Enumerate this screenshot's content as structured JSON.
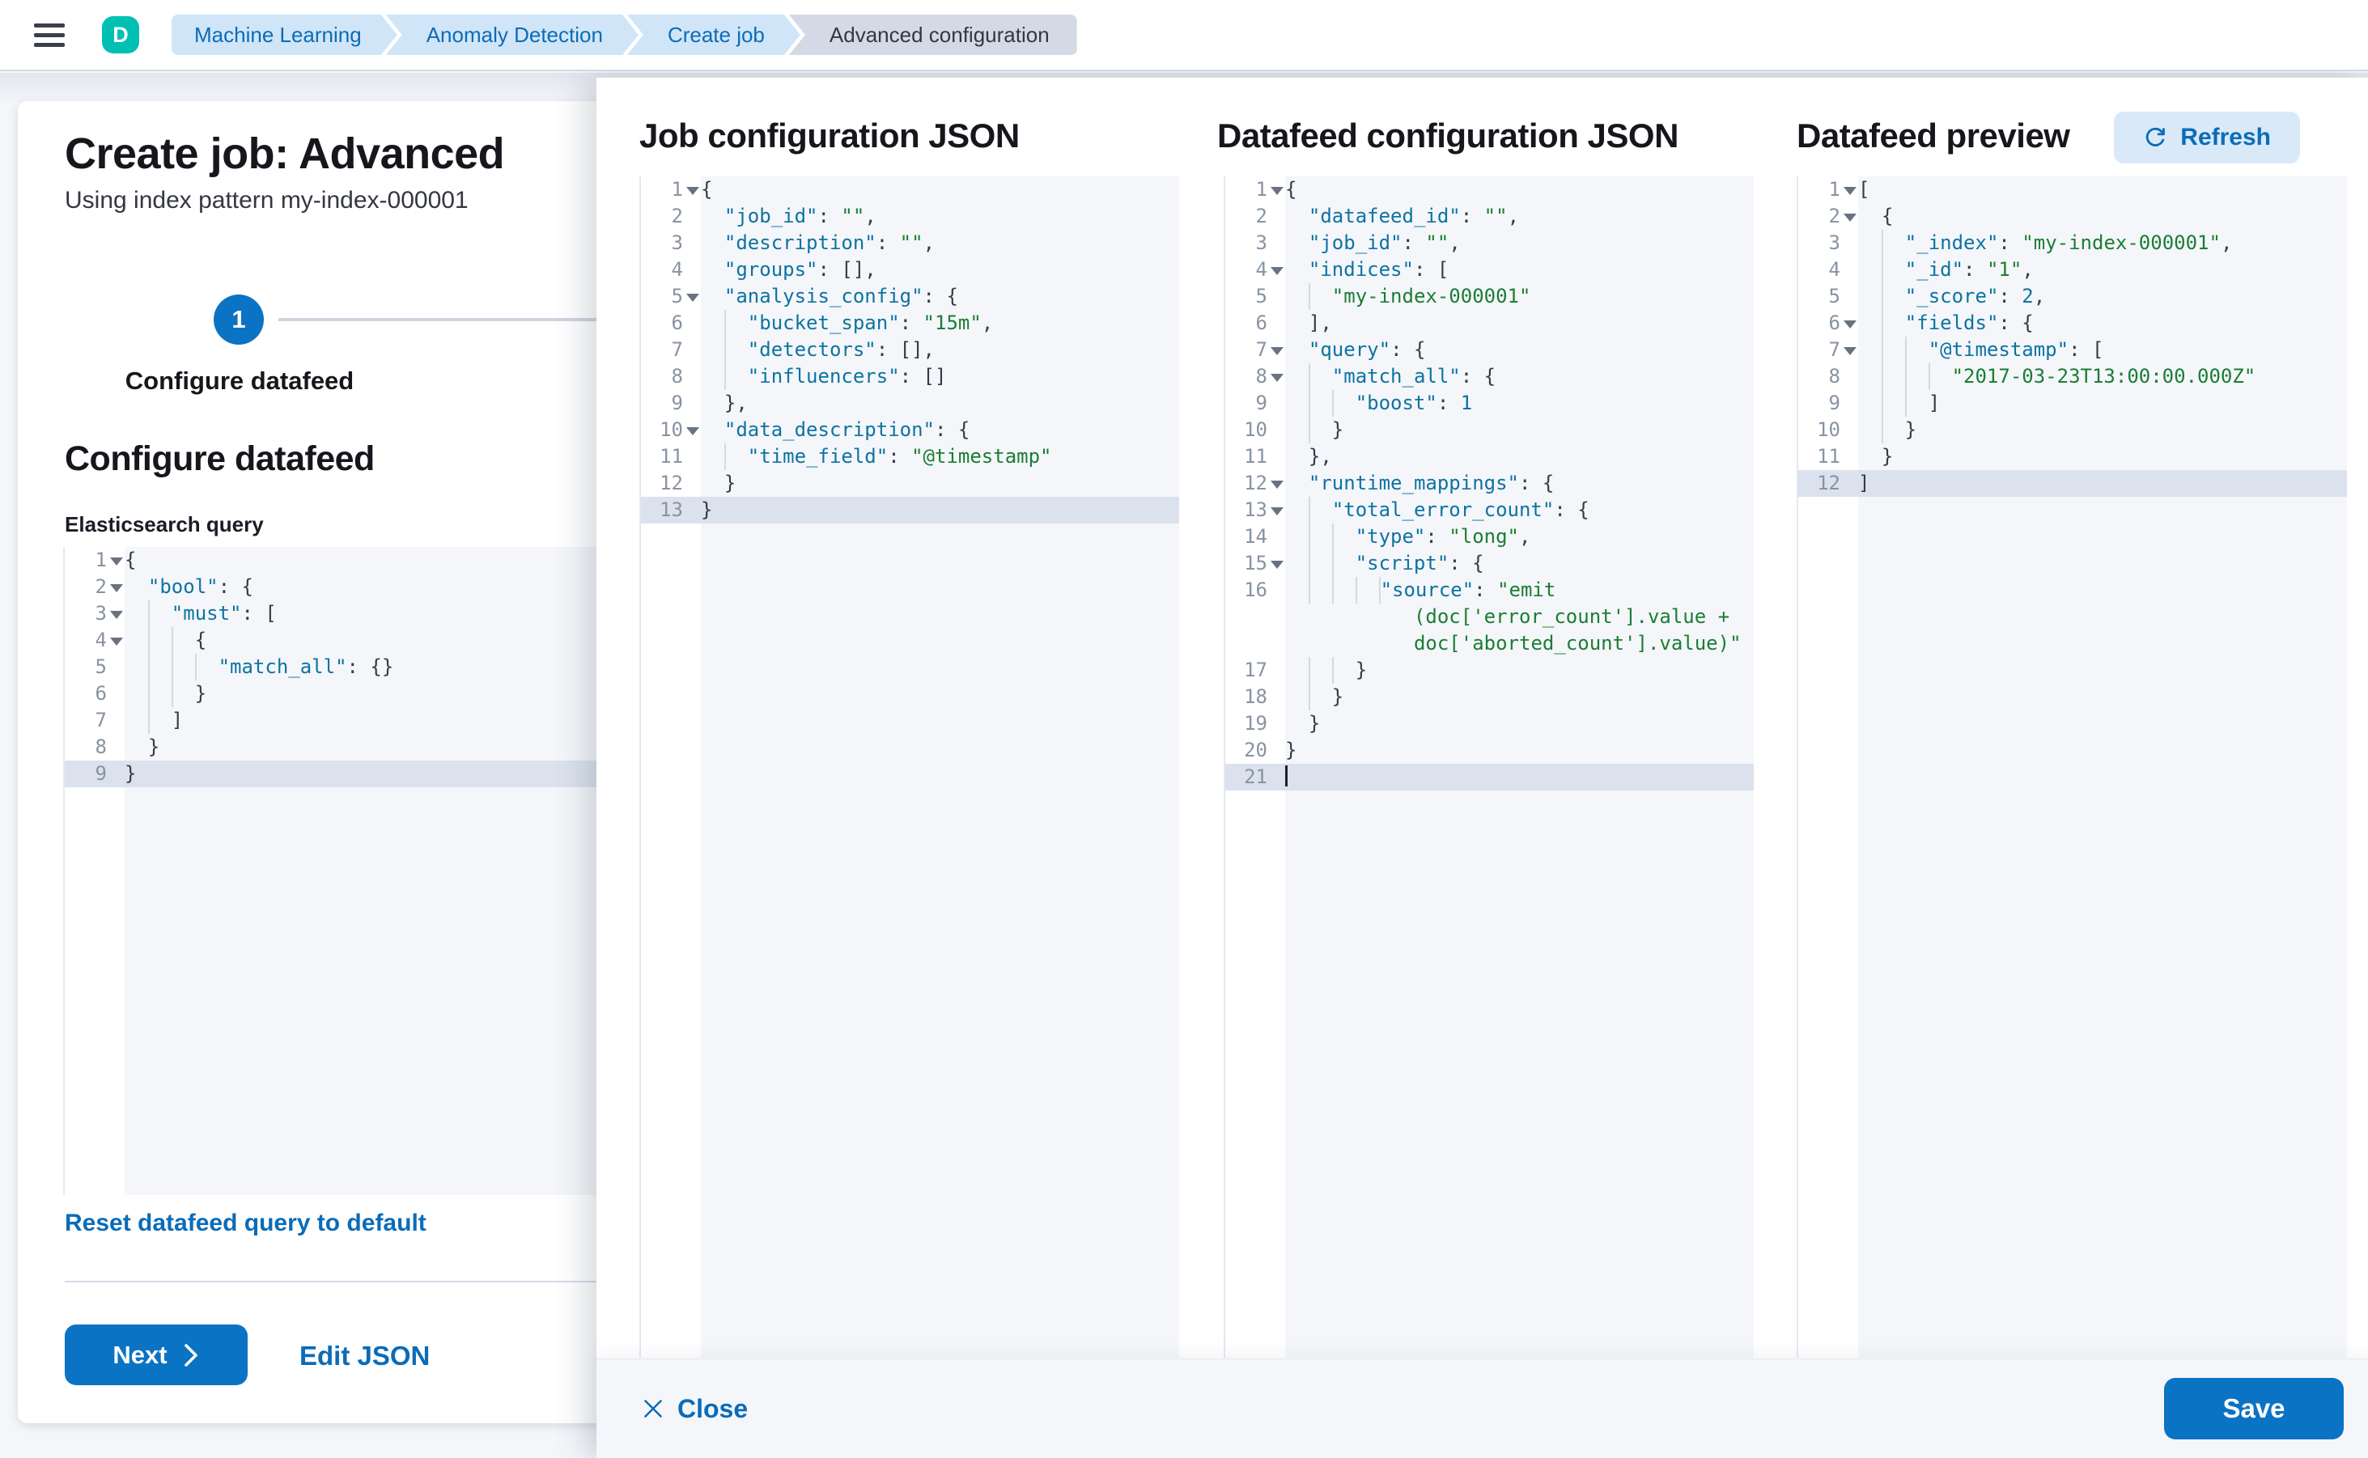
{
  "colors": {
    "primary_button": "#0a73c4",
    "link_blue": "#0b6cb8",
    "avatar_teal": "#00bfb3",
    "breadcrumb_bg": "#d0e5f7",
    "breadcrumb_current_bg": "#d3dae6",
    "token_key": "#0d73a2",
    "token_string": "#1b7d35",
    "token_number": "#0d73a2",
    "token_punct": "#363c46",
    "editor_content_bg": "#f4f6f9",
    "active_line_bg": "#dbe2ee"
  },
  "topbar": {
    "avatar": "D",
    "breadcrumbs": [
      {
        "label": "Machine Learning",
        "current": false
      },
      {
        "label": "Anomaly Detection",
        "current": false
      },
      {
        "label": "Create job",
        "current": false
      },
      {
        "label": "Advanced configuration",
        "current": true
      }
    ]
  },
  "page": {
    "title": "Create job: Advanced",
    "subtitle": "Using index pattern my-index-000001",
    "section_heading": "Configure datafeed",
    "query_label": "Elasticsearch query",
    "reset_link": "Reset datafeed query to default",
    "next_button": "Next",
    "edit_json_link": "Edit JSON"
  },
  "wizard": {
    "step_number": "1",
    "step_label": "Configure datafeed"
  },
  "flyout": {
    "panels": [
      {
        "title": "Job configuration JSON"
      },
      {
        "title": "Datafeed configuration JSON"
      },
      {
        "title": "Datafeed preview"
      }
    ],
    "refresh_button": "Refresh",
    "close_button": "Close",
    "save_button": "Save"
  },
  "editors": {
    "query": {
      "lines": [
        {
          "n": "1",
          "fold": true,
          "seg": [
            [
              "p",
              "{"
            ]
          ]
        },
        {
          "n": "2",
          "fold": true,
          "seg": [
            [
              "w",
              "  "
            ],
            [
              "k",
              "\"bool\""
            ],
            [
              "p",
              ": {"
            ]
          ]
        },
        {
          "n": "3",
          "fold": true,
          "seg": [
            [
              "w",
              "  "
            ],
            [
              "g"
            ],
            [
              "k",
              "\"must\""
            ],
            [
              "p",
              ": ["
            ]
          ]
        },
        {
          "n": "4",
          "fold": true,
          "seg": [
            [
              "w",
              "  "
            ],
            [
              "g"
            ],
            [
              "g"
            ],
            [
              "p",
              "{"
            ]
          ]
        },
        {
          "n": "5",
          "seg": [
            [
              "w",
              "  "
            ],
            [
              "g"
            ],
            [
              "g"
            ],
            [
              "g"
            ],
            [
              "k",
              "\"match_all\""
            ],
            [
              "p",
              ": {}"
            ]
          ]
        },
        {
          "n": "6",
          "seg": [
            [
              "w",
              "  "
            ],
            [
              "g"
            ],
            [
              "g"
            ],
            [
              "p",
              "}"
            ]
          ]
        },
        {
          "n": "7",
          "seg": [
            [
              "w",
              "  "
            ],
            [
              "g"
            ],
            [
              "p",
              "]"
            ]
          ]
        },
        {
          "n": "8",
          "seg": [
            [
              "w",
              "  "
            ],
            [
              "p",
              "}"
            ]
          ]
        },
        {
          "n": "9",
          "hl": true,
          "seg": [
            [
              "p",
              "}"
            ]
          ]
        }
      ]
    },
    "job": {
      "lines": [
        {
          "n": "1",
          "fold": true,
          "seg": [
            [
              "p",
              "{"
            ]
          ]
        },
        {
          "n": "2",
          "seg": [
            [
              "w",
              "  "
            ],
            [
              "k",
              "\"job_id\""
            ],
            [
              "p",
              ": "
            ],
            [
              "s",
              "\"\""
            ],
            [
              "p",
              ","
            ]
          ]
        },
        {
          "n": "3",
          "seg": [
            [
              "w",
              "  "
            ],
            [
              "k",
              "\"description\""
            ],
            [
              "p",
              ": "
            ],
            [
              "s",
              "\"\""
            ],
            [
              "p",
              ","
            ]
          ]
        },
        {
          "n": "4",
          "seg": [
            [
              "w",
              "  "
            ],
            [
              "k",
              "\"groups\""
            ],
            [
              "p",
              ": [],"
            ]
          ]
        },
        {
          "n": "5",
          "fold": true,
          "seg": [
            [
              "w",
              "  "
            ],
            [
              "k",
              "\"analysis_config\""
            ],
            [
              "p",
              ": {"
            ]
          ]
        },
        {
          "n": "6",
          "seg": [
            [
              "w",
              "  "
            ],
            [
              "g"
            ],
            [
              "k",
              "\"bucket_span\""
            ],
            [
              "p",
              ": "
            ],
            [
              "s",
              "\"15m\""
            ],
            [
              "p",
              ","
            ]
          ]
        },
        {
          "n": "7",
          "seg": [
            [
              "w",
              "  "
            ],
            [
              "g"
            ],
            [
              "k",
              "\"detectors\""
            ],
            [
              "p",
              ": [],"
            ]
          ]
        },
        {
          "n": "8",
          "seg": [
            [
              "w",
              "  "
            ],
            [
              "g"
            ],
            [
              "k",
              "\"influencers\""
            ],
            [
              "p",
              ": []"
            ]
          ]
        },
        {
          "n": "9",
          "seg": [
            [
              "w",
              "  "
            ],
            [
              "p",
              "},"
            ]
          ]
        },
        {
          "n": "10",
          "fold": true,
          "seg": [
            [
              "w",
              "  "
            ],
            [
              "k",
              "\"data_description\""
            ],
            [
              "p",
              ": {"
            ]
          ]
        },
        {
          "n": "11",
          "seg": [
            [
              "w",
              "  "
            ],
            [
              "g"
            ],
            [
              "k",
              "\"time_field\""
            ],
            [
              "p",
              ": "
            ],
            [
              "s",
              "\"@timestamp\""
            ]
          ]
        },
        {
          "n": "12",
          "seg": [
            [
              "w",
              "  "
            ],
            [
              "p",
              "}"
            ]
          ]
        },
        {
          "n": "13",
          "hl": true,
          "seg": [
            [
              "p",
              "}"
            ]
          ]
        }
      ]
    },
    "datafeed": {
      "lines": [
        {
          "n": "1",
          "fold": true,
          "seg": [
            [
              "p",
              "{"
            ]
          ]
        },
        {
          "n": "2",
          "seg": [
            [
              "w",
              "  "
            ],
            [
              "k",
              "\"datafeed_id\""
            ],
            [
              "p",
              ": "
            ],
            [
              "s",
              "\"\""
            ],
            [
              "p",
              ","
            ]
          ]
        },
        {
          "n": "3",
          "seg": [
            [
              "w",
              "  "
            ],
            [
              "k",
              "\"job_id\""
            ],
            [
              "p",
              ": "
            ],
            [
              "s",
              "\"\""
            ],
            [
              "p",
              ","
            ]
          ]
        },
        {
          "n": "4",
          "fold": true,
          "seg": [
            [
              "w",
              "  "
            ],
            [
              "k",
              "\"indices\""
            ],
            [
              "p",
              ": ["
            ]
          ]
        },
        {
          "n": "5",
          "seg": [
            [
              "w",
              "  "
            ],
            [
              "g"
            ],
            [
              "s",
              "\"my-index-000001\""
            ]
          ]
        },
        {
          "n": "6",
          "seg": [
            [
              "w",
              "  "
            ],
            [
              "p",
              "],"
            ]
          ]
        },
        {
          "n": "7",
          "fold": true,
          "seg": [
            [
              "w",
              "  "
            ],
            [
              "k",
              "\"query\""
            ],
            [
              "p",
              ": {"
            ]
          ]
        },
        {
          "n": "8",
          "fold": true,
          "seg": [
            [
              "w",
              "  "
            ],
            [
              "g"
            ],
            [
              "k",
              "\"match_all\""
            ],
            [
              "p",
              ": {"
            ]
          ]
        },
        {
          "n": "9",
          "seg": [
            [
              "w",
              "  "
            ],
            [
              "g"
            ],
            [
              "g"
            ],
            [
              "k",
              "\"boost\""
            ],
            [
              "p",
              ": "
            ],
            [
              "n",
              "1"
            ]
          ]
        },
        {
          "n": "10",
          "seg": [
            [
              "w",
              "  "
            ],
            [
              "g"
            ],
            [
              "p",
              "}"
            ]
          ]
        },
        {
          "n": "11",
          "seg": [
            [
              "w",
              "  "
            ],
            [
              "p",
              "},"
            ]
          ]
        },
        {
          "n": "12",
          "fold": true,
          "seg": [
            [
              "w",
              "  "
            ],
            [
              "k",
              "\"runtime_mappings\""
            ],
            [
              "p",
              ": {"
            ]
          ]
        },
        {
          "n": "13",
          "fold": true,
          "seg": [
            [
              "w",
              "  "
            ],
            [
              "g"
            ],
            [
              "k",
              "\"total_error_count\""
            ],
            [
              "p",
              ": {"
            ]
          ]
        },
        {
          "n": "14",
          "seg": [
            [
              "w",
              "  "
            ],
            [
              "g"
            ],
            [
              "g"
            ],
            [
              "k",
              "\"type\""
            ],
            [
              "p",
              ": "
            ],
            [
              "s",
              "\"long\""
            ],
            [
              "p",
              ","
            ]
          ]
        },
        {
          "n": "15",
          "fold": true,
          "seg": [
            [
              "w",
              "  "
            ],
            [
              "g"
            ],
            [
              "g"
            ],
            [
              "k",
              "\"script\""
            ],
            [
              "p",
              ": {"
            ]
          ]
        },
        {
          "n": "16",
          "seg": [
            [
              "w",
              "  "
            ],
            [
              "g"
            ],
            [
              "g"
            ],
            [
              "g"
            ],
            [
              "ge"
            ],
            [
              "k",
              "\"source\""
            ],
            [
              "p",
              ": "
            ],
            [
              "s",
              "\"emit"
            ]
          ]
        },
        {
          "seg": [
            [
              "w",
              "           "
            ],
            [
              "s",
              "(doc['error_count'].value +"
            ]
          ]
        },
        {
          "seg": [
            [
              "w",
              "           "
            ],
            [
              "s",
              "doc['aborted_count'].value)\""
            ]
          ]
        },
        {
          "n": "17",
          "seg": [
            [
              "w",
              "  "
            ],
            [
              "g"
            ],
            [
              "g"
            ],
            [
              "p",
              "}"
            ]
          ]
        },
        {
          "n": "18",
          "seg": [
            [
              "w",
              "  "
            ],
            [
              "g"
            ],
            [
              "p",
              "}"
            ]
          ]
        },
        {
          "n": "19",
          "seg": [
            [
              "w",
              "  "
            ],
            [
              "p",
              "}"
            ]
          ]
        },
        {
          "n": "20",
          "seg": [
            [
              "p",
              "}"
            ]
          ]
        },
        {
          "n": "21",
          "hl": true,
          "cursor": true,
          "seg": []
        }
      ]
    },
    "preview": {
      "lines": [
        {
          "n": "1",
          "fold": true,
          "seg": [
            [
              "p",
              "["
            ]
          ]
        },
        {
          "n": "2",
          "fold": true,
          "seg": [
            [
              "w",
              "  "
            ],
            [
              "p",
              "{"
            ]
          ]
        },
        {
          "n": "3",
          "seg": [
            [
              "w",
              "  "
            ],
            [
              "g"
            ],
            [
              "k",
              "\"_index\""
            ],
            [
              "p",
              ": "
            ],
            [
              "s",
              "\"my-index-000001\""
            ],
            [
              "p",
              ","
            ]
          ]
        },
        {
          "n": "4",
          "seg": [
            [
              "w",
              "  "
            ],
            [
              "g"
            ],
            [
              "k",
              "\"_id\""
            ],
            [
              "p",
              ": "
            ],
            [
              "s",
              "\"1\""
            ],
            [
              "p",
              ","
            ]
          ]
        },
        {
          "n": "5",
          "seg": [
            [
              "w",
              "  "
            ],
            [
              "g"
            ],
            [
              "k",
              "\"_score\""
            ],
            [
              "p",
              ": "
            ],
            [
              "n",
              "2"
            ],
            [
              "p",
              ","
            ]
          ]
        },
        {
          "n": "6",
          "fold": true,
          "seg": [
            [
              "w",
              "  "
            ],
            [
              "g"
            ],
            [
              "k",
              "\"fields\""
            ],
            [
              "p",
              ": {"
            ]
          ]
        },
        {
          "n": "7",
          "fold": true,
          "seg": [
            [
              "w",
              "  "
            ],
            [
              "g"
            ],
            [
              "g"
            ],
            [
              "k",
              "\"@timestamp\""
            ],
            [
              "p",
              ": ["
            ]
          ]
        },
        {
          "n": "8",
          "seg": [
            [
              "w",
              "  "
            ],
            [
              "g"
            ],
            [
              "g"
            ],
            [
              "g"
            ],
            [
              "s",
              "\"2017-03-23T13:00:00.000Z\""
            ]
          ]
        },
        {
          "n": "9",
          "seg": [
            [
              "w",
              "  "
            ],
            [
              "g"
            ],
            [
              "g"
            ],
            [
              "p",
              "]"
            ]
          ]
        },
        {
          "n": "10",
          "seg": [
            [
              "w",
              "  "
            ],
            [
              "g"
            ],
            [
              "p",
              "}"
            ]
          ]
        },
        {
          "n": "11",
          "seg": [
            [
              "w",
              "  "
            ],
            [
              "p",
              "}"
            ]
          ]
        },
        {
          "n": "12",
          "hl": true,
          "seg": [
            [
              "p",
              "]"
            ]
          ]
        }
      ]
    }
  }
}
